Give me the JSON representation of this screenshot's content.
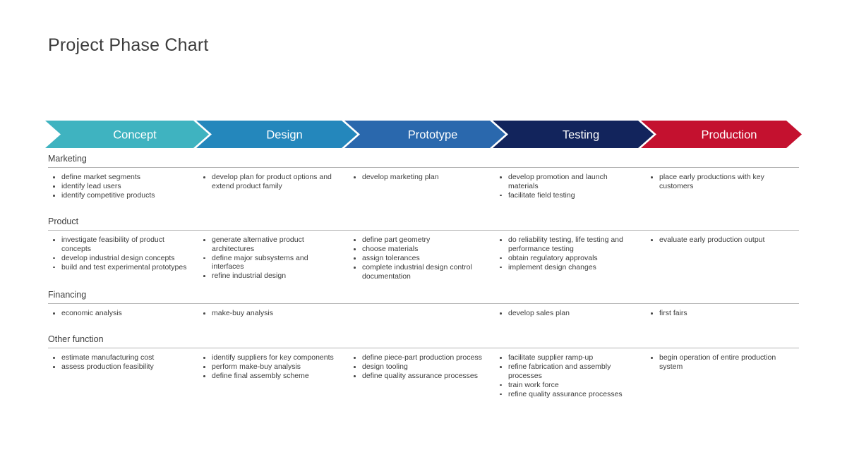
{
  "title": "Project Phase Chart",
  "colors": {
    "phase_concept": "#3fb3c0",
    "phase_design": "#2487bc",
    "phase_prototype": "#2a68ad",
    "phase_testing": "#12245c",
    "phase_production": "#c4112f",
    "rule": "#b4b4b4",
    "text": "#3c3c3c",
    "bullet": "#4a4a4a"
  },
  "phases": [
    {
      "label": "Concept",
      "color": "#3fb3c0"
    },
    {
      "label": "Design",
      "color": "#2487bc"
    },
    {
      "label": "Prototype",
      "color": "#2a68ad"
    },
    {
      "label": "Testing",
      "color": "#12245c"
    },
    {
      "label": "Production",
      "color": "#c4112f"
    }
  ],
  "categories": [
    {
      "name": "Marketing",
      "columns": [
        [
          "define market segments",
          "identify lead users",
          "identify competitive products"
        ],
        [
          "develop plan for product options and extend product family"
        ],
        [
          "develop marketing plan"
        ],
        [
          "develop promotion and launch materials",
          "facilitate field testing"
        ],
        [
          "place early productions with key customers"
        ]
      ]
    },
    {
      "name": "Product",
      "columns": [
        [
          "investigate feasibility of product concepts",
          "develop industrial design concepts",
          "build and test experimental prototypes"
        ],
        [
          "generate alternative product architectures",
          "define major subsystems and interfaces",
          "refine industrial design"
        ],
        [
          "define part geometry",
          "choose materials",
          "assign tolerances",
          "complete industrial design control documentation"
        ],
        [
          "do reliability testing, life testing and performance testing",
          "obtain regulatory approvals",
          "implement design changes"
        ],
        [
          "evaluate early production output"
        ]
      ]
    },
    {
      "name": "Financing",
      "columns": [
        [
          "economic analysis"
        ],
        [
          "make-buy analysis"
        ],
        [],
        [
          "develop sales plan"
        ],
        [
          "first fairs"
        ]
      ]
    },
    {
      "name": "Other function",
      "columns": [
        [
          "estimate manufacturing cost",
          "assess production feasibility"
        ],
        [
          "identify suppliers for key components",
          "perform make-buy analysis",
          "define final assembly scheme"
        ],
        [
          "define piece-part production process",
          "design tooling",
          "define quality assurance processes"
        ],
        [
          "facilitate supplier ramp-up",
          "refine fabrication and assembly processes",
          "train work force",
          "refine quality assurance processes"
        ],
        [
          "begin operation of entire production system"
        ]
      ]
    }
  ]
}
